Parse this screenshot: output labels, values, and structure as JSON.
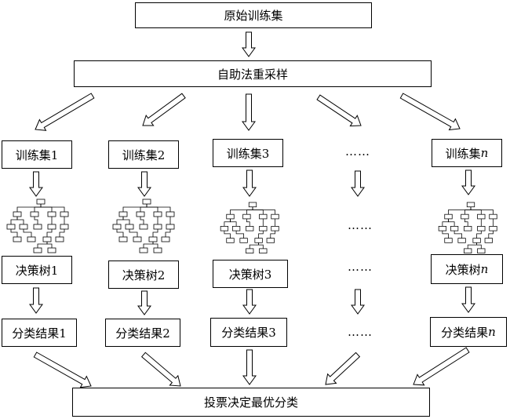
{
  "top": {
    "label": "原始训练集"
  },
  "bootstrap": {
    "label": "自助法重采样"
  },
  "columns": [
    {
      "set_label": "训练集1",
      "tree_label": "决策树1",
      "result_label": "分类结果1"
    },
    {
      "set_label": "训练集2",
      "tree_label": "决策树2",
      "result_label": "分类结果2"
    },
    {
      "set_label": "训练集3",
      "tree_label": "决策树3",
      "result_label": "分类结果3"
    },
    {
      "set_label": "……",
      "tree_label": "……",
      "result_label": "……",
      "tree_dots": "……"
    },
    {
      "set_prefix": "训练集",
      "tree_prefix": "决策树",
      "result_prefix": "分类结果",
      "index": "n"
    }
  ],
  "vote": {
    "label": "投票决定最优分类"
  }
}
